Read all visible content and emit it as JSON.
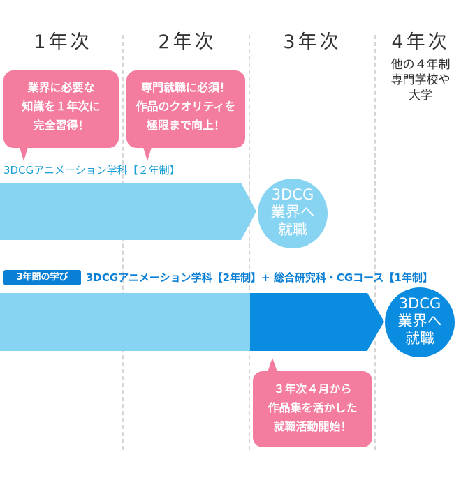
{
  "years": [
    {
      "label": "1年次"
    },
    {
      "label": "2年次"
    },
    {
      "label": "3年次"
    },
    {
      "label": "4年次"
    }
  ],
  "year4_note": [
    "他の４年制",
    "専門学校や",
    "大学"
  ],
  "bubbles": {
    "year1": [
      "業界に必要な",
      "知識を１年次に",
      "完全習得！"
    ],
    "year2": [
      "専門就職に必須！",
      "作品のクオリティを",
      "極限まで向上！"
    ],
    "year3": [
      "３年次４月から",
      "作品集を活かした",
      "就職活動開始！"
    ]
  },
  "course1": {
    "label": "3DCGアニメーション学科【２年制】",
    "goal": [
      "3DCG",
      "業界へ",
      "就職"
    ]
  },
  "course2": {
    "badge": "3年間の学び",
    "label": "3DCGアニメーション学科【2年制】+ 総合研究科・CGコース【1年制】",
    "goal": [
      "3DCG",
      "業界へ",
      "就職"
    ]
  },
  "colors": {
    "pink": "#f47c9e",
    "light_blue": "#87d3f2",
    "blue": "#0a8ce0",
    "text_blue": "#1a9fd6",
    "dark_blue": "#0a7fd6"
  }
}
